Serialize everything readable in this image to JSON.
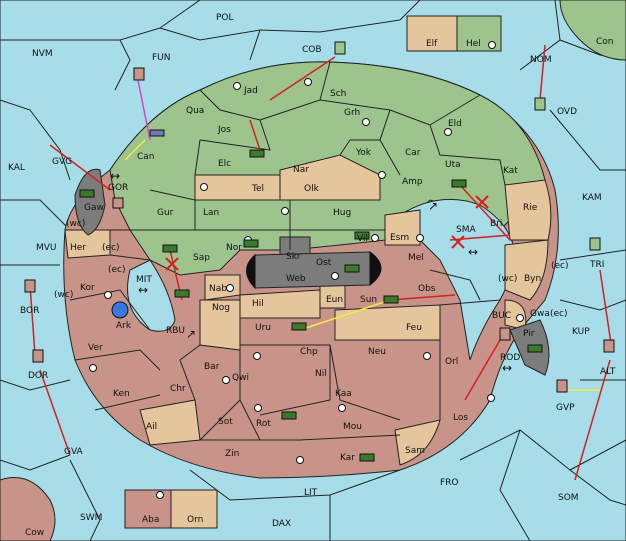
{
  "map": {
    "colors": {
      "sea": "#a6dde8",
      "green": "#9ec48e",
      "red": "#c8948a",
      "tan": "#e5c59b",
      "gray": "#7c7c7c",
      "arrow_red": "#d42020",
      "arrow_yellow": "#f0f040",
      "arrow_magenta": "#d048c8"
    },
    "sea_labels": {
      "pol": "POL",
      "nvm": "NVM",
      "fun": "FUN",
      "cob": "COB",
      "nom": "NOM",
      "con": "Con",
      "ovd": "OVD",
      "kal": "KAL",
      "gvg": "GVG",
      "gor": "GOR",
      "mvu": "MVU",
      "mit": "MIT",
      "bor": "BOR",
      "dor": "DOR",
      "rbu": "RBU",
      "gva": "GVA",
      "swm": "SWM",
      "cow": "Cow",
      "lit": "LIT",
      "dax": "DAX",
      "fro": "FRO",
      "som": "SOM",
      "gvp": "GVP",
      "alt": "ALT",
      "kup": "KUP",
      "tri": "TRI",
      "kam": "KAM",
      "buc": "BUC",
      "rod": "ROD",
      "sma": "SMA",
      "bri": "Bri"
    },
    "land_labels": {
      "elf": "Elf",
      "hel": "Hel",
      "jad": "Jad",
      "sch": "Sch",
      "qua": "Qua",
      "jos": "Jos",
      "grh": "Grh",
      "eld": "Eld",
      "can": "Can",
      "elc": "Elc",
      "nar": "Nar",
      "yok": "Yok",
      "car": "Car",
      "uta": "Uta",
      "kat": "Kat",
      "tel": "Tel",
      "olk": "Olk",
      "amp": "Amp",
      "gaw": "Gaw",
      "gur": "Gur",
      "lan": "Lan",
      "hug": "Hug",
      "rie": "Rie",
      "wc1": "(wc)",
      "ec1": "(ec)",
      "her": "Her",
      "nor": "Nor",
      "skr": "Skr",
      "vil": "Vil",
      "esm": "Esm",
      "ost": "Ost",
      "web": "Web",
      "mel": "Mel",
      "sap": "Sap",
      "byn": "Byn",
      "wc2": "(wc)",
      "ec2": "(ec)",
      "ec3": "(ec)",
      "kor": "Kor",
      "wc3": "(wc)",
      "nab": "Nab",
      "hil": "Hil",
      "eun": "Eun",
      "sun": "Sun",
      "obs": "Obs",
      "ark": "Ark",
      "nog": "Nog",
      "gwa": "Gwa",
      "ec4": "(ec)",
      "uru": "Uru",
      "feu": "Feu",
      "pir": "Pir",
      "ver": "Ver",
      "chp": "Chp",
      "neu": "Neu",
      "bar": "Bar",
      "qwi": "Qwi",
      "nil": "Nil",
      "orl": "Orl",
      "ken": "Ken",
      "chr": "Chr",
      "kaa": "Kaa",
      "los": "Los",
      "ail": "Ail",
      "sot": "Sot",
      "rot": "Rot",
      "mou": "Mou",
      "zin": "Zin",
      "sam": "Sam",
      "kar": "Kar",
      "aba": "Aba",
      "orn": "Orn"
    }
  }
}
